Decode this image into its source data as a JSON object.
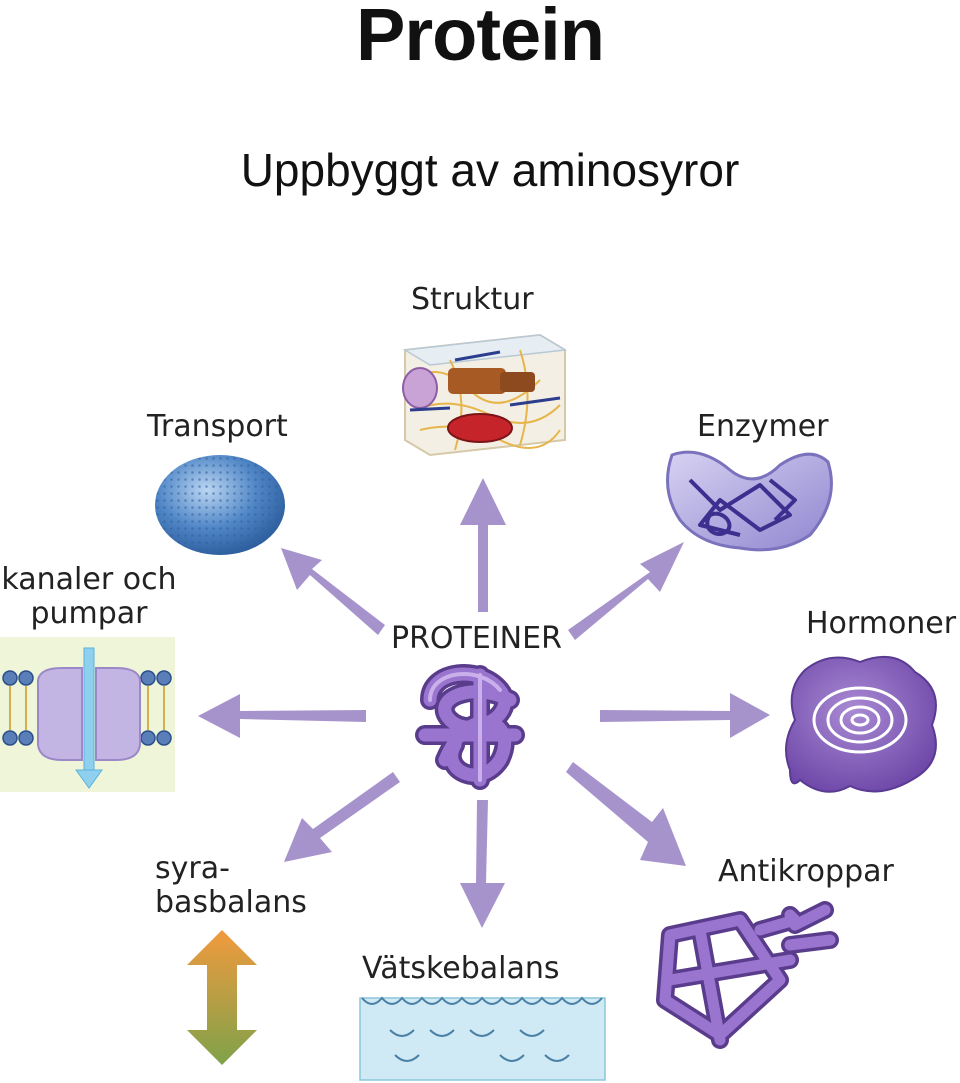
{
  "title": "Protein",
  "subtitle": "Uppbyggt av aminosyror",
  "center": {
    "label": "PROTEINER"
  },
  "functions": {
    "struktur": "Struktur",
    "transport": "Transport",
    "enzymer": "Enzymer",
    "kanaler_line1": "kanaler och",
    "kanaler_line2": "pumpar",
    "hormoner": "Hormoner",
    "syra_line1": "syra-",
    "syra_line2": "basbalans",
    "vatskebalans": "Vätskebalans",
    "antikroppar": "Antikroppar"
  },
  "colors": {
    "arrow": "#a793cc",
    "protein": "#8560b8",
    "enzyme": "#a9a3dd",
    "transport": "#4f86c6",
    "water": "#cfeaf5",
    "channel": "#c3b5e3"
  }
}
